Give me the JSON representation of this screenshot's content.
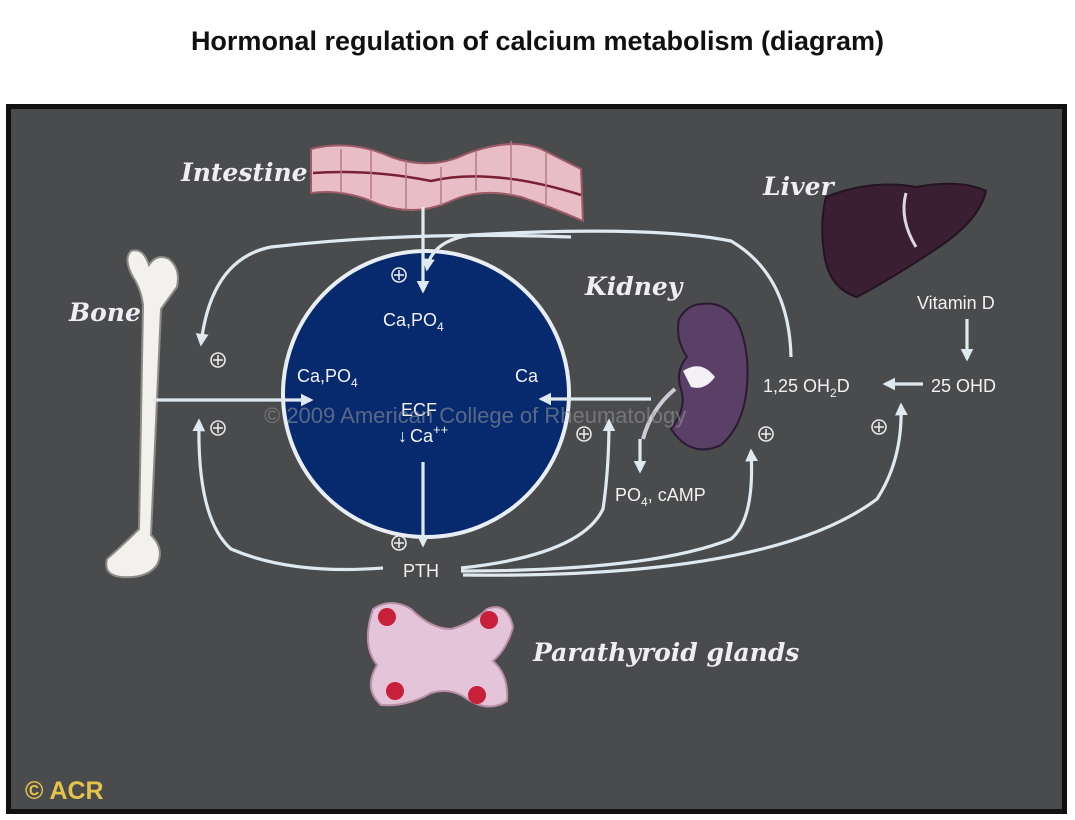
{
  "title": "Hormonal regulation of calcium metabolism (diagram)",
  "organs": {
    "intestine": "Intestine",
    "liver": "Liver",
    "kidney": "Kidney",
    "bone": "Bone",
    "parathyroid": "Parathyroid glands"
  },
  "labels": {
    "ca_po4_top": "Ca,PO",
    "ca_po4_top_sub": "4",
    "ca_po4_left": "Ca,PO",
    "ca_po4_left_sub": "4",
    "ca_right": "Ca",
    "ecf": "ECF",
    "ca_pp_arrow": "↓",
    "ca_pp": "Ca",
    "ca_pp_sup": "++",
    "pth": "PTH",
    "po4_camp_pre": "PO",
    "po4_camp_sub": "4",
    "po4_camp_post": ", cAMP",
    "vitamin_d": "Vitamin D",
    "oh2d_pre": "1,25 OH",
    "oh2d_sub": "2",
    "oh2d_post": "D",
    "ohd25": "25 OHD"
  },
  "watermark": "© 2009 American College of Rheumatology",
  "copyright": "© ACR",
  "colors": {
    "panel": "#4a4b4d",
    "ecf_circle": "#072a6e",
    "arrows": "#dfe9f0",
    "acr_text": "#e6c34a",
    "gland_dots": "#c8203a"
  }
}
